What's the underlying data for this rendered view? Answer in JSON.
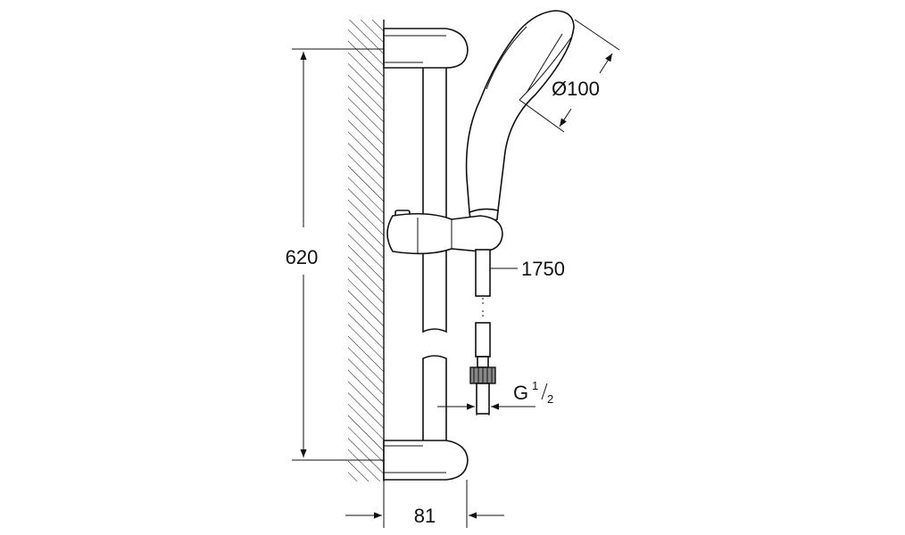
{
  "dimensions": {
    "height": "620",
    "depth": "81",
    "hose_length": "1750",
    "head_diameter": "Ø100",
    "thread_main": "G",
    "thread_num": "1",
    "thread_den": "2"
  }
}
